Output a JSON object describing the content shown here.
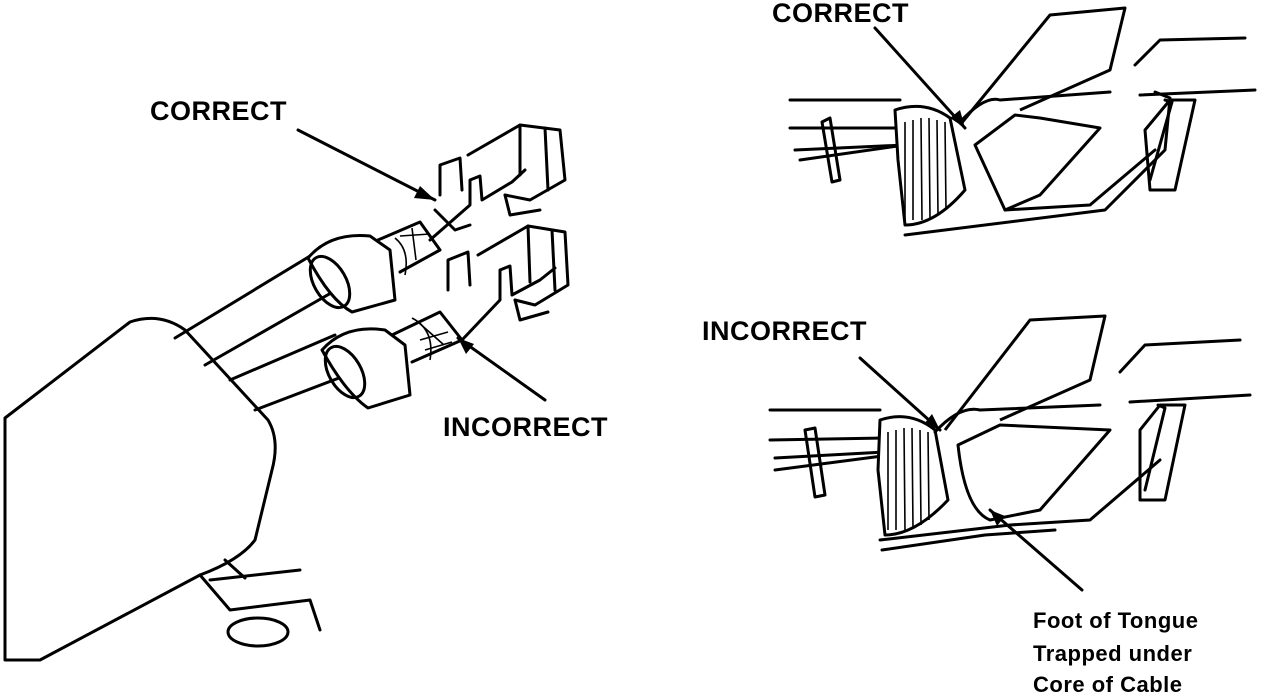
{
  "labels": {
    "left_correct": "CORRECT",
    "left_incorrect": "INCORRECT",
    "right_correct": "CORRECT",
    "right_incorrect": "INCORRECT",
    "foot_note": [
      "Foot of Tongue",
      "Trapped under",
      "Core of Cable"
    ]
  }
}
